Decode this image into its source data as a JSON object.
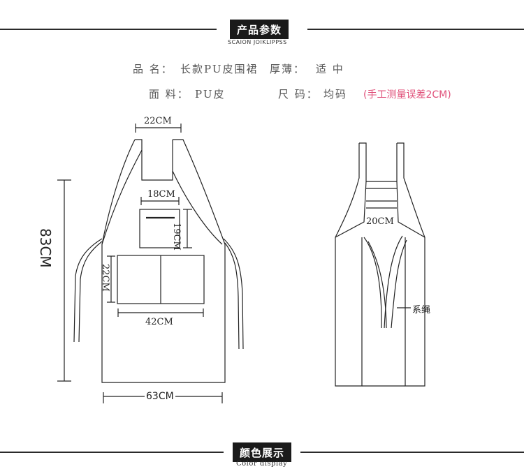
{
  "header": {
    "title": "产品参数",
    "subtitle": "SCAION JOIKLIPPSS"
  },
  "specs": {
    "name_label": "品 名：",
    "name_value": "长款PU皮围裙",
    "thickness_label": "厚薄：",
    "thickness_value": "适 中",
    "fabric_label": "面 料：",
    "fabric_value": "PU皮",
    "size_label": "尺 码：",
    "size_value": "均码",
    "note": "(手工测量误差2CM)"
  },
  "dimensions": {
    "strap_width": "22CM",
    "small_pocket_width": "18CM",
    "small_pocket_height": "19CM",
    "big_pocket_height": "22CM",
    "big_pocket_width": "42CM",
    "total_length": "83CM",
    "bottom_width": "63CM",
    "back_width": "20CM",
    "tie_label": "系绳"
  },
  "footer": {
    "title": "颜色展示",
    "subtitle": "Color display"
  },
  "colors": {
    "outline": "#222222",
    "note": "#e0507a",
    "tag_bg": "#1a1a1a"
  }
}
